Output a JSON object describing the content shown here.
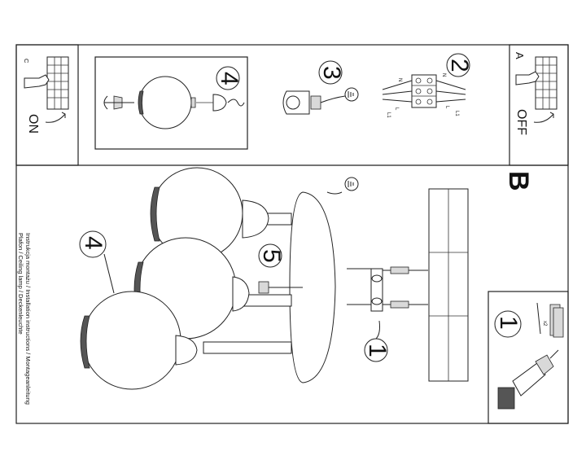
{
  "sections": {
    "a_label": "A",
    "b_label": "B",
    "c_label": "C",
    "off_label": "OFF",
    "on_label": "ON"
  },
  "steps": {
    "s1": "1",
    "s2": "2",
    "s3": "3",
    "s4_top": "4",
    "s4_main": "4",
    "s5": "5",
    "s1_main": "1"
  },
  "hardware": {
    "qty": "x2"
  },
  "terminal": {
    "n_left": "N",
    "n_right": "N",
    "l_left": "L",
    "l_right": "L",
    "l1_left": "L1",
    "l1_right": "L1"
  },
  "caption": {
    "line1": "Instrukcja montażu / Installation instructions / Montageanleitung",
    "line2": "Plafon / Ceiling lamp / Deckenleuchte"
  },
  "icons": {
    "ground": "ground-symbol-icon",
    "drill": "drill-icon",
    "hand": "hand-switch-icon"
  }
}
